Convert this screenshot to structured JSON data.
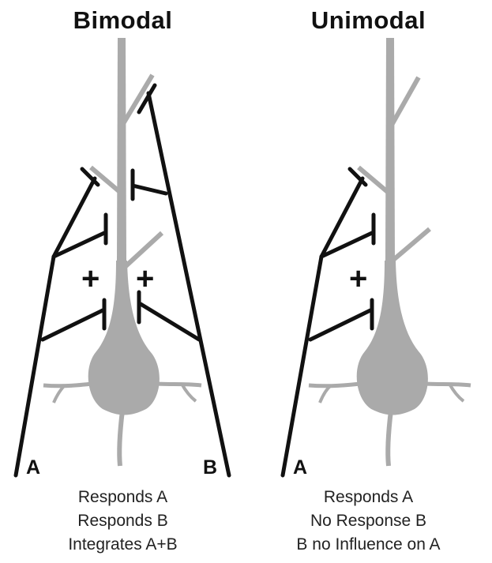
{
  "panels": {
    "bimodal": {
      "title": "Bimodal",
      "input_a": "A",
      "input_b": "B",
      "plus_left": "+",
      "plus_right": "+",
      "captions": [
        "Responds A",
        "Responds B",
        "Integrates A+B"
      ]
    },
    "unimodal": {
      "title": "Unimodal",
      "input_a": "A",
      "plus_left": "+",
      "captions": [
        "Responds A",
        "No Response B",
        "B no Influence on A"
      ]
    }
  },
  "colors": {
    "neuron": "#aaaaaa",
    "axon": "#111111",
    "text": "#222222"
  }
}
